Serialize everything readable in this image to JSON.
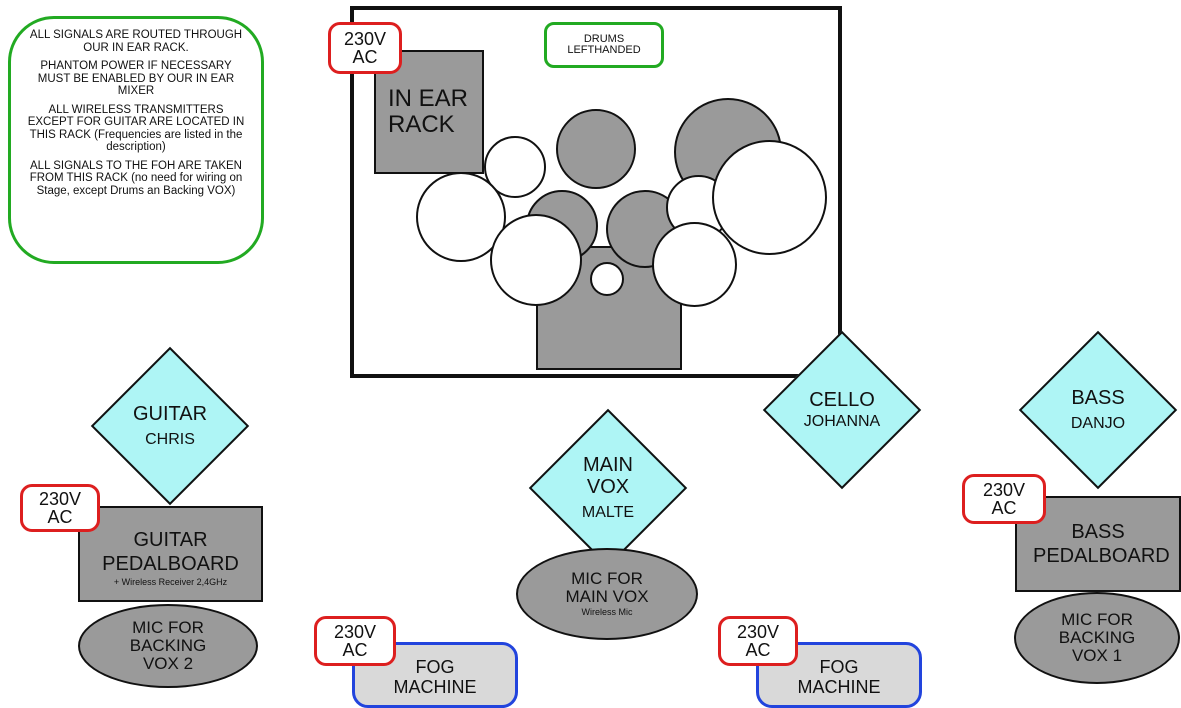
{
  "notes": [
    "ALL SIGNALS ARE ROUTED THROUGH OUR IN EAR RACK.",
    "PHANTOM POWER IF NECESSARY MUST BE ENABLED BY OUR IN EAR MIXER",
    "ALL WIRELESS TRANSMITTERS EXCEPT FOR GUITAR ARE LOCATED IN THIS RACK (Frequencies are listed in the description)",
    "ALL SIGNALS TO THE FOH ARE TAKEN FROM THIS RACK (no need for wiring on Stage, except Drums an Backing VOX)"
  ],
  "power_label": "230V AC",
  "stage": {
    "drums_label": "DRUMS LEFTHANDED",
    "in_ear_rack": "IN EAR RACK"
  },
  "performers": {
    "guitar": {
      "instrument": "GUITAR",
      "name": "CHRIS"
    },
    "main_vox": {
      "instrument": "MAIN VOX",
      "name": "MALTE"
    },
    "cello": {
      "instrument": "CELLO",
      "name": "JOHANNA"
    },
    "bass": {
      "instrument": "BASS",
      "name": "DANJO"
    }
  },
  "guitar_pedalboard": {
    "label": "GUITAR PEDALBOARD",
    "sub": "+ Wireless Receiver 2,4GHz"
  },
  "bass_pedalboard": {
    "label": "BASS PEDALBOARD"
  },
  "mics": {
    "guitar_backing": "MIC FOR BACKING VOX 2",
    "main_vox": "MIC FOR MAIN VOX",
    "main_vox_sub": "Wireless Mic",
    "bass_backing": "MIC FOR BACKING VOX 1"
  },
  "fog_machine": "FOG MACHINE",
  "colors": {
    "drum_gray": "#9a9a9a",
    "performer_cyan": "#aef5f5",
    "power_red": "#dd1f1f",
    "fog_blue": "#2244dd",
    "note_green": "#22aa22"
  }
}
